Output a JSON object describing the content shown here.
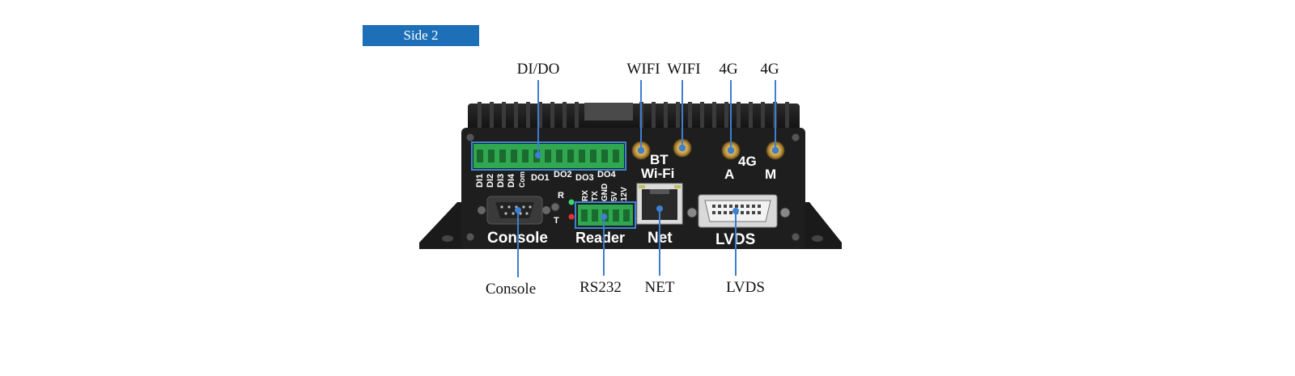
{
  "side_label": "Side 2",
  "callouts": {
    "dido": "DI/DO",
    "wifi_1": "WIFI",
    "wifi_2": "WIFI",
    "fourg_1": "4G",
    "fourg_2": "4G",
    "console": "Console",
    "rs232": "RS232",
    "net": "NET",
    "lvds": "LVDS"
  },
  "device_labels": {
    "di1": "DI1",
    "di2": "DI2",
    "di3": "DI3",
    "di4": "DI4",
    "com": "Com",
    "do1": "DO1",
    "do2": "DO2",
    "do3": "DO3",
    "do4": "DO4",
    "bt": "BT",
    "wifi": "Wi-Fi",
    "fourg": "4G",
    "ant_a": "A",
    "ant_m": "M",
    "r": "R",
    "t": "T",
    "rx": "RX",
    "tx": "TX",
    "gnd": "GND",
    "v5": "5V",
    "v12": "12V",
    "console": "Console",
    "reader": "Reader",
    "net": "Net",
    "lvds": "LVDS"
  },
  "colors": {
    "accent": "#1d6fb8",
    "leader_line": "#3d7fd0",
    "highlight_box": "#3a86d6",
    "terminal_green": "#2fa84f",
    "device_body": "#1e1e1e"
  }
}
